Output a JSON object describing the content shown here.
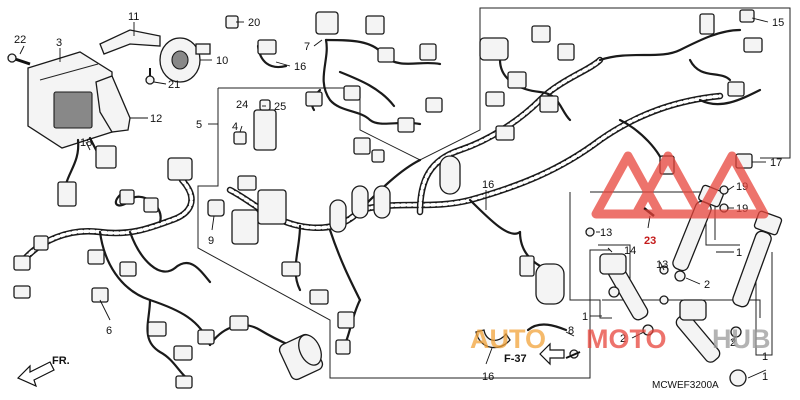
{
  "diagram": {
    "reference_code": "MCWEF3200A",
    "direction_label": "FR.",
    "cross_reference": "F-37",
    "callouts": {
      "c1a": "1",
      "c1b": "1",
      "c1c": "1",
      "c1d": "1",
      "c2a": "2",
      "c2b": "2",
      "c2c": "2",
      "c3": "3",
      "c4": "4",
      "c5": "5",
      "c6": "6",
      "c7": "7",
      "c8": "8",
      "c9": "9",
      "c10": "10",
      "c11": "11",
      "c12": "12",
      "c13a": "13",
      "c13b": "13",
      "c14": "14",
      "c15": "15",
      "c16a": "16",
      "c16b": "16",
      "c17": "17",
      "c18": "18",
      "c19a": "19",
      "c19b": "19",
      "c20": "20",
      "c21": "21",
      "c22": "22",
      "c23": "23",
      "c24": "24",
      "c25": "25"
    }
  },
  "watermark": {
    "word_parts": [
      "AUTO",
      "MOTO",
      "HUB"
    ],
    "colors": {
      "red": "#e8453c",
      "orange": "#f2a33a",
      "gray": "#9a9a9a"
    }
  }
}
